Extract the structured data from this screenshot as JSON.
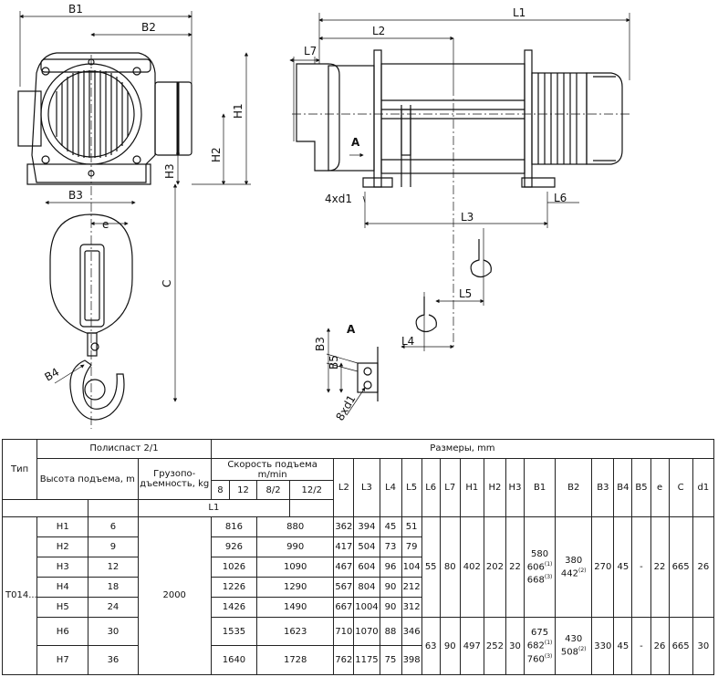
{
  "drawing": {
    "front_labels": {
      "B1": "B1",
      "B2": "B2",
      "H1": "H1",
      "H2": "H2",
      "H3": "H3",
      "B3": "B3",
      "C": "C",
      "e": "e",
      "B4": "B4"
    },
    "side_labels": {
      "L1": "L1",
      "L2": "L2",
      "L7": "L7",
      "A": "A",
      "d1": "4xd1",
      "L6": "L6",
      "L3": "L3",
      "L5": "L5",
      "L4": "L4"
    },
    "detail_labels": {
      "A": "A",
      "B3": "B3",
      "B5": "B5",
      "d1": "8xd1"
    }
  },
  "table": {
    "col_type": "Тип",
    "group_pulley": "Полиспаст 2/1",
    "group_dims": "Размеры, mm",
    "col_height": "Высота подъема, m",
    "col_capacity": "Грузопо-дъемность, kg",
    "speed_header": "Скорость подъема m/min",
    "speeds": [
      "8",
      "12",
      "8/2",
      "12/2"
    ],
    "l1_label": "L1",
    "dim_headers": [
      "L2",
      "L3",
      "L4",
      "L5",
      "L6",
      "L7",
      "H1",
      "H2",
      "H3",
      "B1",
      "B2",
      "B3",
      "B4",
      "B5",
      "e",
      "C",
      "d1"
    ],
    "type_value": "T014...",
    "capacity": "2000",
    "rows": [
      {
        "h": "H1",
        "height": "6",
        "l1a": "816",
        "l1b": "880",
        "l2": "362",
        "l3": "394",
        "l4": "45",
        "l5": "51"
      },
      {
        "h": "H2",
        "height": "9",
        "l1a": "926",
        "l1b": "990",
        "l2": "417",
        "l3": "504",
        "l4": "73",
        "l5": "79"
      },
      {
        "h": "H3",
        "height": "12",
        "l1a": "1026",
        "l1b": "1090",
        "l2": "467",
        "l3": "604",
        "l4": "96",
        "l5": "104"
      },
      {
        "h": "H4",
        "height": "18",
        "l1a": "1226",
        "l1b": "1290",
        "l2": "567",
        "l3": "804",
        "l4": "90",
        "l5": "212"
      },
      {
        "h": "H5",
        "height": "24",
        "l1a": "1426",
        "l1b": "1490",
        "l2": "667",
        "l3": "1004",
        "l4": "90",
        "l5": "312"
      },
      {
        "h": "H6",
        "height": "30",
        "l1a": "1535",
        "l1b": "1623",
        "l2": "710",
        "l3": "1070",
        "l4": "88",
        "l5": "346"
      },
      {
        "h": "H7",
        "height": "36",
        "l1a": "1640",
        "l1b": "1728",
        "l2": "762",
        "l3": "1175",
        "l4": "75",
        "l5": "398"
      }
    ],
    "group1": {
      "l6": "55",
      "l7": "80",
      "h1": "402",
      "h2": "202",
      "h3": "22",
      "b1": "580",
      "b1_v1": "606",
      "b1_v2": "668",
      "b2": "380",
      "b2_v": "442",
      "b3": "270",
      "b4": "45",
      "b5": "-",
      "e": "22",
      "c": "665",
      "d1": "26"
    },
    "group2": {
      "l6": "63",
      "l7": "90",
      "h1": "497",
      "h2": "252",
      "h3": "30",
      "b1": "675",
      "b1_v1": "682",
      "b1_v2": "760",
      "b2": "430",
      "b2_v": "508",
      "b3": "330",
      "b4": "45",
      "b5": "-",
      "e": "26",
      "c": "665",
      "d1": "30"
    },
    "note1": "(1)",
    "note2": "(2)",
    "note3": "(3)"
  }
}
